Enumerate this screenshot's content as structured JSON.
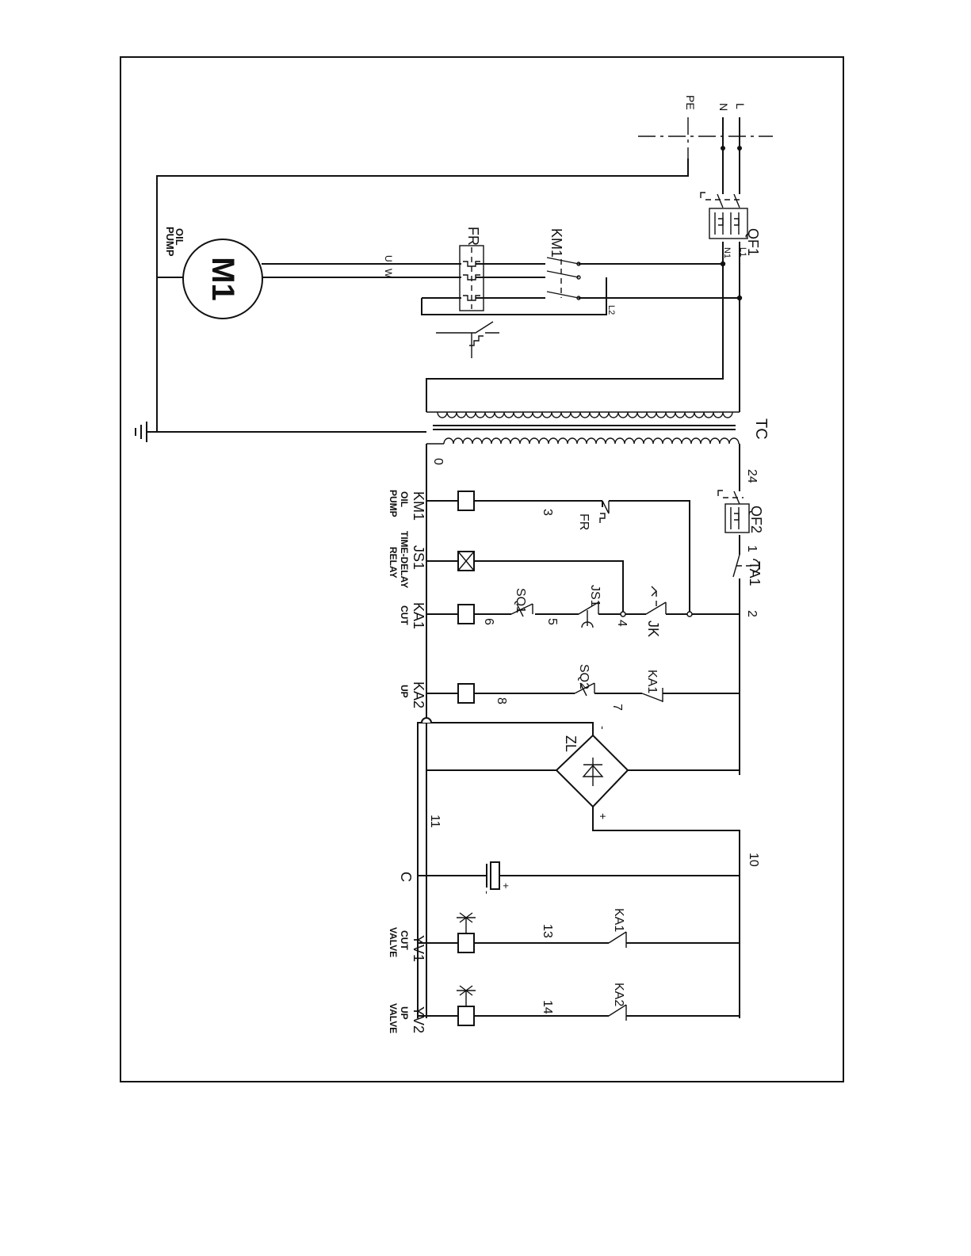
{
  "labels": {
    "pe": "PE",
    "n": "N",
    "l": "L",
    "qf1": "QF1",
    "l1": "L1",
    "n1": "N1",
    "l2": "L2",
    "km1_contact": "KM1",
    "fr_relay": "FR",
    "m1": "M1",
    "oil_pump_1": "OIL",
    "oil_pump_2": "PUMP",
    "u": "U",
    "w": "W",
    "tc": "TC",
    "n0": "0",
    "n24": "24",
    "qf2": "QF2",
    "n1b": "1",
    "ta1": "TA1",
    "n2": "2",
    "km1": "KM1",
    "km1_sub1": "OIL",
    "km1_sub2": "PUMP",
    "n3": "3",
    "fr_contact": "FR",
    "js1": "JS1",
    "js1_sub1": "TIME-DELAY",
    "js1_sub2": "RELAY",
    "ka1": "KA1",
    "ka1_sub": "CUT",
    "sq1": "SQ1",
    "n6": "6",
    "js1_contact": "JS1",
    "n5": "5",
    "n4": "4",
    "jk": "JK",
    "ka2": "KA2",
    "ka2_sub": "UP",
    "sq2": "SQ2",
    "n8": "8",
    "ka1_contact": "KA1",
    "n7": "7",
    "zl": "ZL",
    "minus": "-",
    "plus": "+",
    "n11": "11",
    "n10": "10",
    "c": "C",
    "c_minus": "-",
    "c_plus": "+",
    "yv1": "YV1",
    "yv1_sub1": "CUT",
    "yv1_sub2": "VALVE",
    "n13": "13",
    "ka1_contact2": "KA1",
    "yv2": "YV2",
    "yv2_sub1": "UP",
    "yv2_sub2": "VALVE",
    "n14": "14",
    "ka2_contact": "KA2"
  }
}
